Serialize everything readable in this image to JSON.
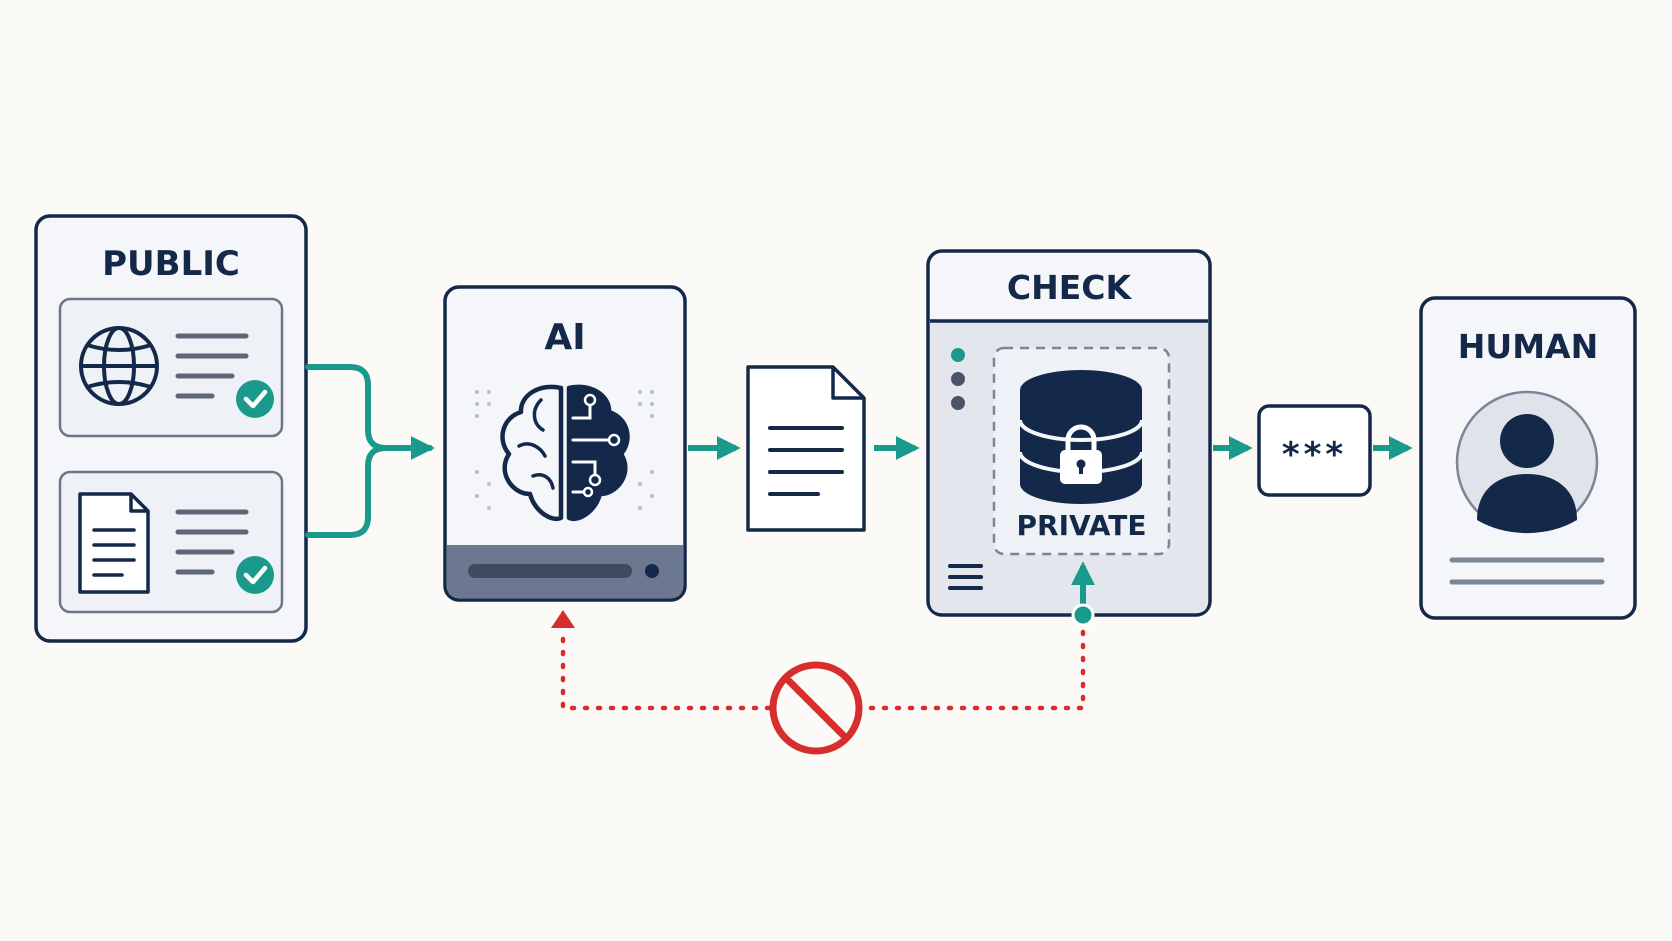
{
  "nodes": {
    "public": {
      "label": "PUBLIC"
    },
    "ai": {
      "label": "AI"
    },
    "check": {
      "label": "CHECK",
      "private_label": "PRIVATE"
    },
    "masked": {
      "label": "***"
    },
    "human": {
      "label": "HUMAN"
    }
  },
  "icons": {
    "public_web_source": "globe-icon",
    "public_document_source": "document-icon",
    "verified": "check-circle-icon",
    "model": "brain-circuit-icon",
    "output": "document-icon",
    "private_store": "locked-database-icon",
    "menu": "hamburger-menu-icon",
    "reviewer": "user-avatar-icon",
    "blocked_path": "prohibited-icon"
  },
  "colors": {
    "outline": "#14284a",
    "flow_arrow": "#1a9a8c",
    "blocked": "#d62e2e",
    "panel_fill": "#f4f6f9",
    "accent_fill": "#dfe4ea",
    "background": "#fbfaf6"
  }
}
